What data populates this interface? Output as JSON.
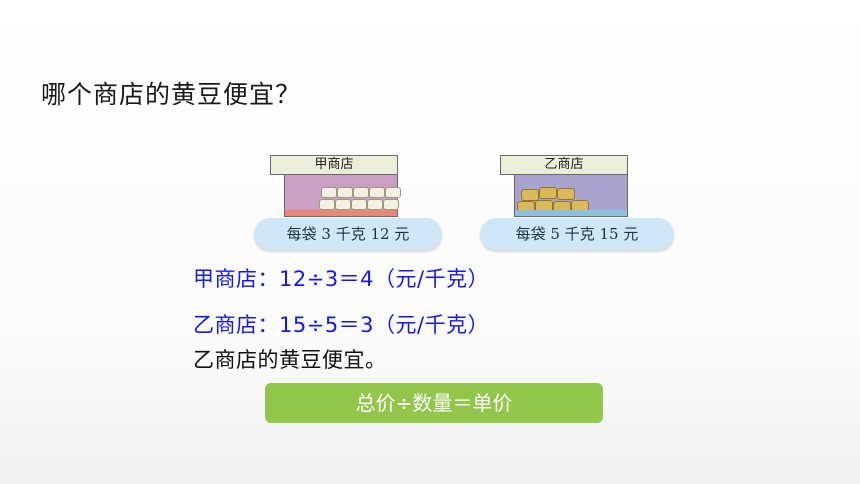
{
  "question": "哪个商店的黄豆便宜？",
  "shops": [
    {
      "sign": "甲商店",
      "price": "每袋 3 千克 12 元"
    },
    {
      "sign": "乙商店",
      "price": "每袋 5 千克 15 元"
    }
  ],
  "solution": {
    "line_a": "甲商店：12÷3＝4（元/千克）",
    "line_b": "乙商店：15÷5＝3（元/千克）",
    "conclusion": "乙商店的黄豆便宜。"
  },
  "formula": "总价÷数量＝单价",
  "colors": {
    "calc_text": "#1717e6",
    "formula_bg": "#92c74b",
    "shop_a_front": "#cc9fc2",
    "shop_b_front": "#a8a3cf",
    "price_tag_bg": "#cfe7f7"
  }
}
